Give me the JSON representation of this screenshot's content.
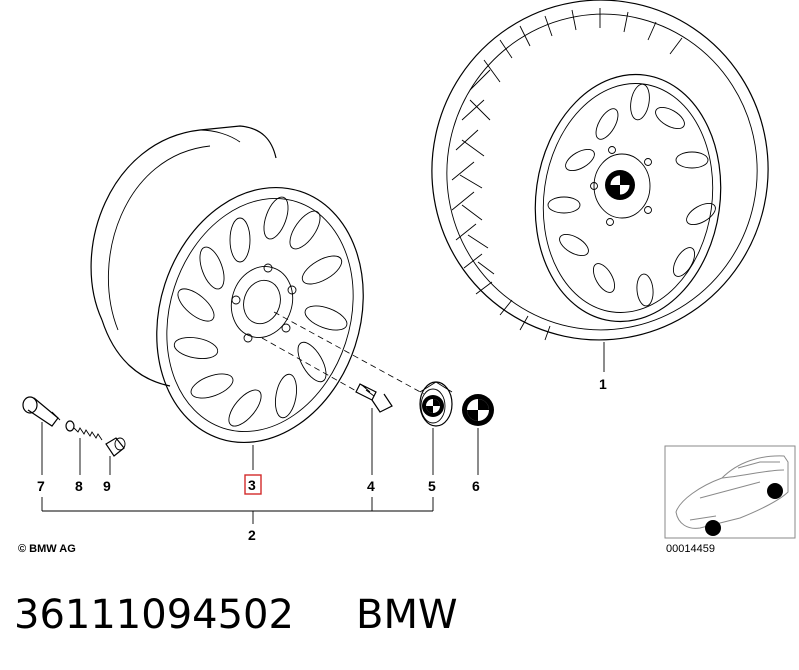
{
  "callouts": {
    "c1": "1",
    "c2": "2",
    "c3": "3",
    "c4": "4",
    "c5": "5",
    "c6": "6",
    "c7": "7",
    "c8": "8",
    "c9": "9"
  },
  "copyright": "© BMW AG",
  "diagram_number": "00014459",
  "footer": {
    "part_number": "36111094502",
    "brand": "BMW"
  },
  "colors": {
    "highlight": "#d22a2a",
    "ink": "#000000"
  }
}
